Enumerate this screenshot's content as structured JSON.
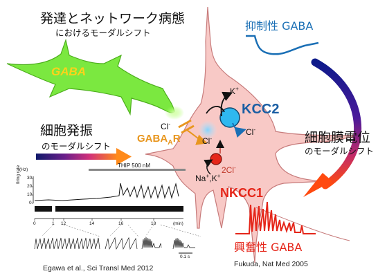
{
  "titles": {
    "top_left_main": "発達とネットワーク病態",
    "top_left_sub": "におけるモーダルシフト",
    "left_mid_main": "細胞発振",
    "left_mid_sub": "のモーダルシフト",
    "right_mid_main": "細胞膜電位",
    "right_mid_sub": "のモーダルシフト"
  },
  "labels": {
    "inhibitory_gaba": "抑制性 GABA",
    "excitatory_gaba": "興奮性 GABA",
    "gaba_cell": "GABA",
    "gabaar_main": "GABA",
    "gabaar_sub_a": "A",
    "gabaar_tail": "R",
    "kcc2": "KCC2",
    "nkcc1": "NKCC1",
    "cl_minus_left": "Cl",
    "cl_minus_center": "Cl",
    "cl_minus_right": "Cl",
    "k_plus": "K",
    "two_cl": "2Cl",
    "na_k": "Na",
    "na_k_tail": ",K",
    "minus": "-",
    "plus": "+"
  },
  "citations": {
    "left": "Egawa et al., Sci Transl Med 2012",
    "right": "Fukuda, Nat Med 2005"
  },
  "plot": {
    "drug_label": "THIP 500 nM",
    "hz_label": "(Hz)",
    "y_axis_label": "firing rate",
    "y_ticks": [
      "30",
      "20",
      "10",
      "0"
    ],
    "x_ticks": [
      "0",
      "1",
      "12",
      "14",
      "16",
      "18"
    ],
    "x_unit": "(min)",
    "scale_bar": "0.1 s"
  },
  "colors": {
    "cell_fill": "#f8c9c6",
    "gaba_cell": "#7be840",
    "inhibitory": "#1a6fb5",
    "excitatory": "#e5261a",
    "kcc2_blue": "#2fb8ef",
    "nkcc1_red": "#e5261a",
    "gabaar_orange": "#e8961e"
  }
}
